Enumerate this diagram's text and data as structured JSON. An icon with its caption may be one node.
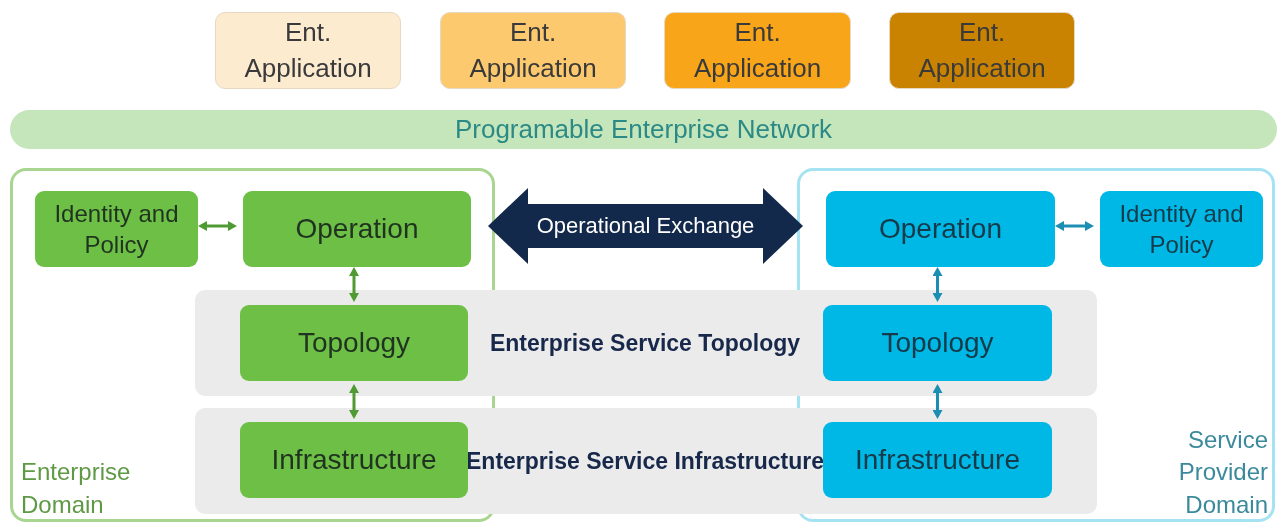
{
  "diagram": {
    "nodes": [
      {
        "text": [
          "Ent. Application"
        ]
      },
      {
        "text": [
          "Ent. Application"
        ]
      },
      {
        "text": [
          "Ent. Application"
        ]
      },
      {
        "text": [
          "Ent. Application"
        ]
      },
      {
        "text": [
          "Programable Enterprise Network"
        ]
      },
      {
        "text": [
          "Enterprise Domain"
        ]
      },
      {
        "text": [
          "Service Provider Domain"
        ]
      },
      {
        "text": [
          "Enterprise Service Topology"
        ]
      },
      {
        "text": [
          "Enterprise Service Infrastructure"
        ]
      },
      {
        "text": [
          "Identity and Policy"
        ],
        "in": 5
      },
      {
        "text": [
          "Operation"
        ],
        "in": 5
      },
      {
        "text": [
          "Topology"
        ]
      },
      {
        "text": [
          "Infrastructure"
        ]
      },
      {
        "text": [
          "Operation"
        ],
        "in": 6
      },
      {
        "text": [
          "Identity and Policy"
        ],
        "in": 6
      },
      {
        "text": [
          "Topology"
        ]
      },
      {
        "text": [
          "Infrastructure"
        ]
      }
    ],
    "edges": [
      {
        "from": 10,
        "to": 13,
        "arrow": "both",
        "label": "Operational Exchange",
        "style": "thick",
        "color": "#13294b"
      },
      {
        "from": 9,
        "to": 10,
        "arrow": "both",
        "color": "#4f9a32"
      },
      {
        "from": 10,
        "to": 11,
        "arrow": "both",
        "color": "#4f9a32"
      },
      {
        "from": 11,
        "to": 12,
        "arrow": "both",
        "color": "#4f9a32"
      },
      {
        "from": 13,
        "to": 14,
        "arrow": "both",
        "color": "#1b8fb3"
      },
      {
        "from": 13,
        "to": 15,
        "arrow": "both",
        "color": "#1b8fb3"
      },
      {
        "from": 15,
        "to": 16,
        "arrow": "both",
        "color": "#1b8fb3"
      }
    ]
  }
}
